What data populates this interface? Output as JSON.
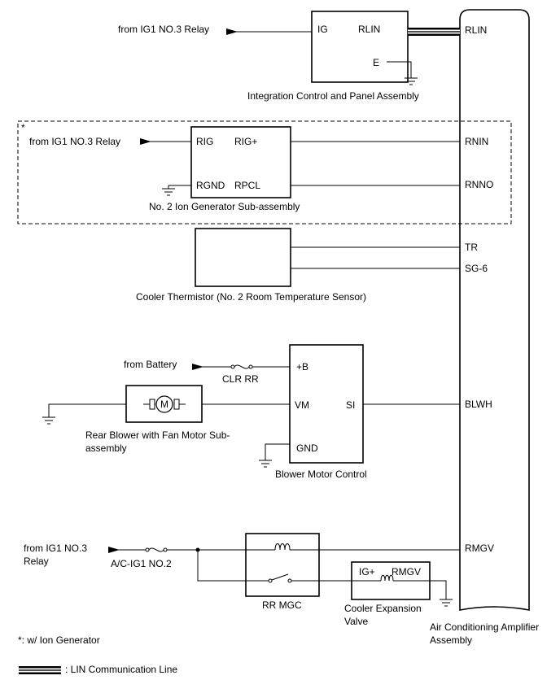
{
  "colors": {
    "line": "#000000",
    "background": "#ffffff"
  },
  "integration": {
    "source": "from IG1 NO.3 Relay",
    "pin_ig": "IG",
    "pin_rlin": "RLIN",
    "pin_e": "E",
    "name": "Integration Control and Panel Assembly"
  },
  "ion_generator": {
    "note_mark": "*",
    "source": "from IG1 NO.3 Relay",
    "pin_rig": "RIG",
    "pin_rig_plus": "RIG+",
    "pin_rgnd": "RGND",
    "pin_rpcl": "RPCL",
    "name": "No. 2 Ion Generator Sub-assembly"
  },
  "thermistor": {
    "name": "Cooler Thermistor (No. 2 Room Temperature Sensor)"
  },
  "blower": {
    "source": "from Battery",
    "fuse": "CLR RR",
    "motor_name_line1": "Rear Blower with Fan Motor Sub-",
    "motor_name_line2": "assembly",
    "motor_symbol": "M",
    "pin_b": "+B",
    "pin_vm": "VM",
    "pin_si": "SI",
    "pin_gnd": "GND",
    "control_name": "Blower Motor Control"
  },
  "mgc": {
    "source_line1": "from IG1 NO.3",
    "source_line2": "Relay",
    "fuse": "A/C-IG1 NO.2",
    "relay_name": "RR MGC",
    "valve_pin_ig": "IG+",
    "valve_pin_rmgv": "RMGV",
    "valve_name_line1": "Cooler Expansion",
    "valve_name_line2": "Valve"
  },
  "amplifier": {
    "pins": {
      "rlin": "RLIN",
      "rnin": "RNIN",
      "rnno": "RNNO",
      "tr": "TR",
      "sg6": "SG-6",
      "blwh": "BLWH",
      "rmgv": "RMGV"
    },
    "name_line1": "Air Conditioning Amplifier",
    "name_line2": "Assembly"
  },
  "legend": {
    "note": "*: w/ Ion Generator",
    "lin_label": ": LIN Communication Line"
  }
}
